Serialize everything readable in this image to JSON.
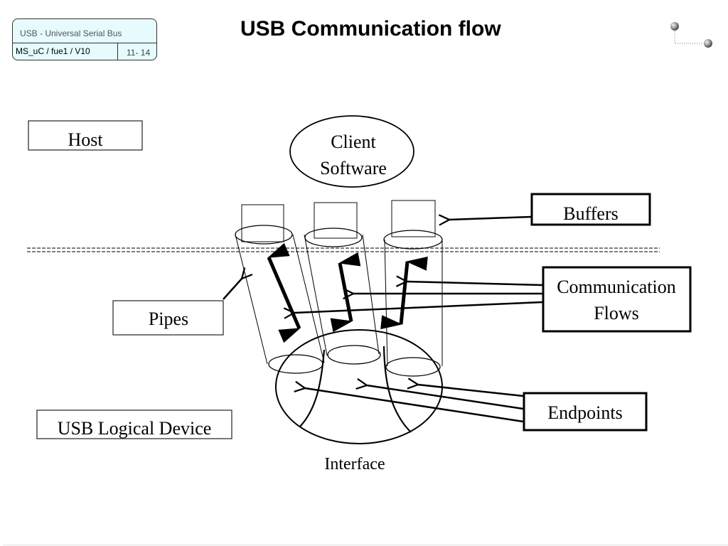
{
  "header": {
    "course": "USB - Universal Serial Bus",
    "version": "MS_uC / fue1 / V10",
    "page": "11- 14"
  },
  "slide": {
    "title": "USB Communication flow"
  },
  "diagram": {
    "labels": {
      "host": "Host",
      "client_line1": "Client",
      "client_line2": "Software",
      "buffers": "Buffers",
      "comm_line1": "Communication",
      "comm_line2": "Flows",
      "pipes": "Pipes",
      "endpoints": "Endpoints",
      "usb_logical_device": "USB Logical Device",
      "interface": "Interface"
    },
    "pipe_count": 3,
    "colors": {
      "header_bg": "#e6fbfd",
      "ink": "#000000"
    }
  }
}
